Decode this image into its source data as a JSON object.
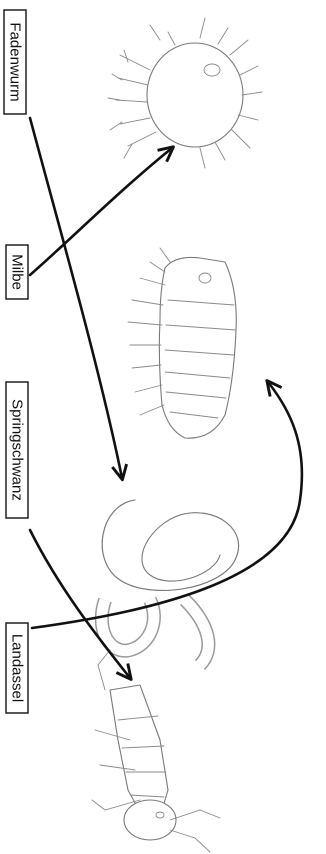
{
  "labels": {
    "fadenwurm": "Fadenwurm",
    "milbe": "Milbe",
    "springschwanz": "Springschwanz",
    "landassel": "Landassel"
  }
}
